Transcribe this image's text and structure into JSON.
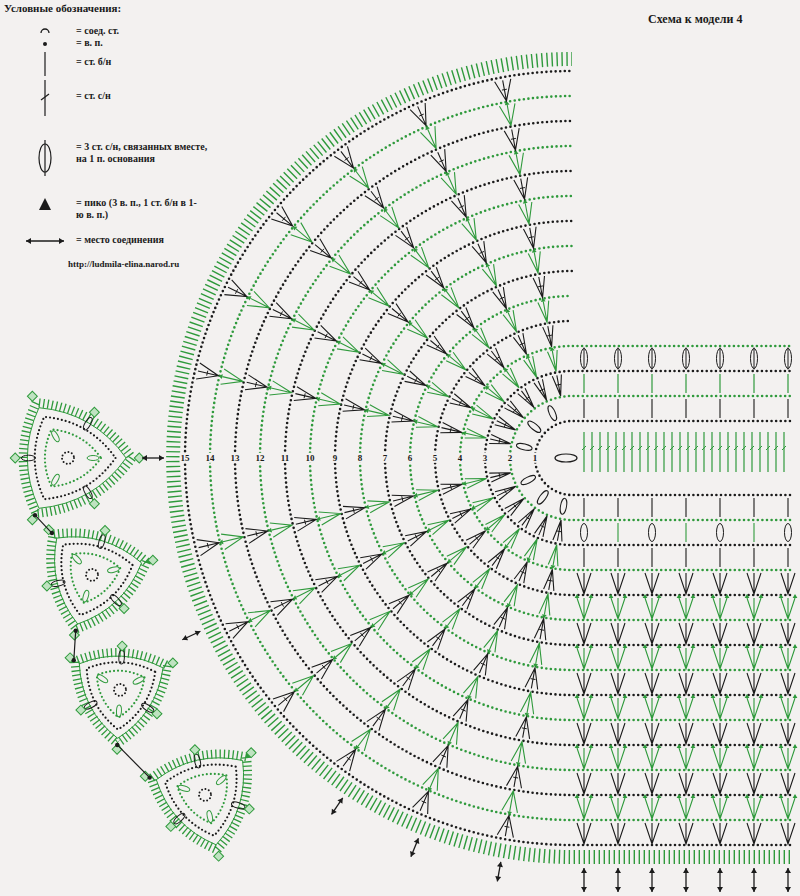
{
  "diagram": {
    "title": "Схема к модели 4",
    "labels": [
      "Условные обозначения:",
      "http://ludmila-elina.narod.ru",
      "1",
      "2",
      "3",
      "4",
      "5",
      "6",
      "7",
      "8",
      "9",
      "10",
      "11",
      "12",
      "13",
      "14",
      "15"
    ],
    "legend": [
      {
        "text": "= соед. ст."
      },
      {
        "text": "= в. п."
      },
      {
        "text": "= ст. б/н"
      },
      {
        "text": "= ст. с/н"
      },
      {
        "text": "= 3 ст. с/н, связанных вместе, на 1 п. основания"
      },
      {
        "text": "= пико (3 в. п., 1 ст. б/н в 1-ю в. п.)"
      },
      {
        "text": "= место соединения"
      }
    ]
  }
}
